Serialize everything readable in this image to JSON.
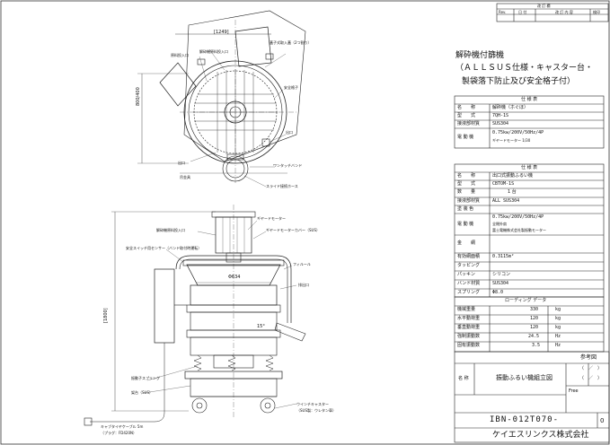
{
  "revision_block": {
    "header": "改 訂 欄",
    "col_rev": "Rev.",
    "col_date": "日 付",
    "col_content": "改 訂 内 容",
    "col_sign": "検印"
  },
  "title_main": "解砕機付篩機",
  "title_sub1": "（ＡＬＬＳＵＳ仕様・キャスター台・",
  "title_sub2": "製袋落下防止及び安全格子付）",
  "crusher_spec": {
    "header": "仕 様 表",
    "rows": [
      {
        "label": "名　　称",
        "value": "解砕機（ホぐほ）"
      },
      {
        "label": "型　　式",
        "value": "7QH-1S"
      },
      {
        "label": "接液部材質",
        "value": "SUS304"
      },
      {
        "label": "電 動 機",
        "value": "0.75kw/200V/50Hz/4P"
      },
      {
        "label": "",
        "value": "ギヤードモーター 1/30"
      }
    ]
  },
  "sieve_spec": {
    "header": "仕 様 表",
    "rows": [
      {
        "label": "名　　称",
        "value": "出口式振動ふるい機"
      },
      {
        "label": "型　　式",
        "value": "CBTOM-1S"
      },
      {
        "label": "数　　量",
        "value": "1 台"
      },
      {
        "label": "接液部材質",
        "value": "ALL SUS304"
      },
      {
        "label": "塗 装 色",
        "value": ""
      },
      {
        "label": "電 動 機",
        "value": "0.75kw/200V/50Hz/4P"
      },
      {
        "label": "",
        "value": "全閉外扇"
      },
      {
        "label": "",
        "value": "富士電機株式会社製振動モーター"
      },
      {
        "label": "金　　網",
        "value": ""
      },
      {
        "label": "有効網面積",
        "value": "0.3115m²"
      },
      {
        "label": "タッピング",
        "value": ""
      },
      {
        "label": "パッキン",
        "value": "シリコン"
      },
      {
        "label": "バンド材質",
        "value": "SUS304"
      },
      {
        "label": "スプリング",
        "value": "Φ8.0"
      }
    ]
  },
  "load_data": {
    "header": "ローディング データ",
    "rows": [
      {
        "label": "機械重量",
        "value": "330",
        "unit": "kg"
      },
      {
        "label": "水平動荷重",
        "value": "120",
        "unit": "kg"
      },
      {
        "label": "垂直動荷重",
        "value": "120",
        "unit": "kg"
      },
      {
        "label": "強制振動数",
        "value": "24.5",
        "unit": "Hz"
      },
      {
        "label": "固有振動数",
        "value": "3.5",
        "unit": "Hz"
      }
    ]
  },
  "title_block": {
    "ref_label": "参考図",
    "name_label": "名 称",
    "drawing_name": "振動ふるい機組立図",
    "free_label": "Free",
    "scale_slots": [
      "（　／　）",
      "（　／　）"
    ],
    "drawing_no": "IBN-012T070-",
    "sheet_no": "0",
    "company": "ケイエスリンクス株式会社"
  },
  "top_view_labels": {
    "dim_top": "[1249]",
    "dim_left": "800/400",
    "label_crusher_inlet": "解砕機原料投入口",
    "label_upper_inlet": "原料投入口",
    "label_lid": "蓋子式取入蓋（2つ割り）",
    "label_safety_grid": "安全格子",
    "label_outlet1": "出口",
    "label_outlet2": "出口",
    "label_motor": "ワンタッチバンド",
    "label_hose": "スライド接続ホース",
    "label_hanger": "吊金具"
  },
  "side_view_labels": {
    "label_geared_motor": "ギヤードモーター",
    "label_motor_cover": "ギヤードモーターカバー（SUS）",
    "label_hopper": "解砕機原料投入口",
    "label_switch": "安全スイッチ用センサー（バンド取付時運転）",
    "label_frame": "フィルール",
    "label_dia": "Φ634",
    "label_outlet": "排出口",
    "label_angle": "15°",
    "label_height": "[1800]",
    "label_spring": "振動子スプリング",
    "label_base": "架台（SUS）",
    "label_cable": "キャブタイヤケーブル 5m",
    "label_plug": "（プラグ：FD420N）",
    "label_caster": "ウインチキャスター",
    "label_caster_sub": "（SUS製：ウレタン車）"
  }
}
